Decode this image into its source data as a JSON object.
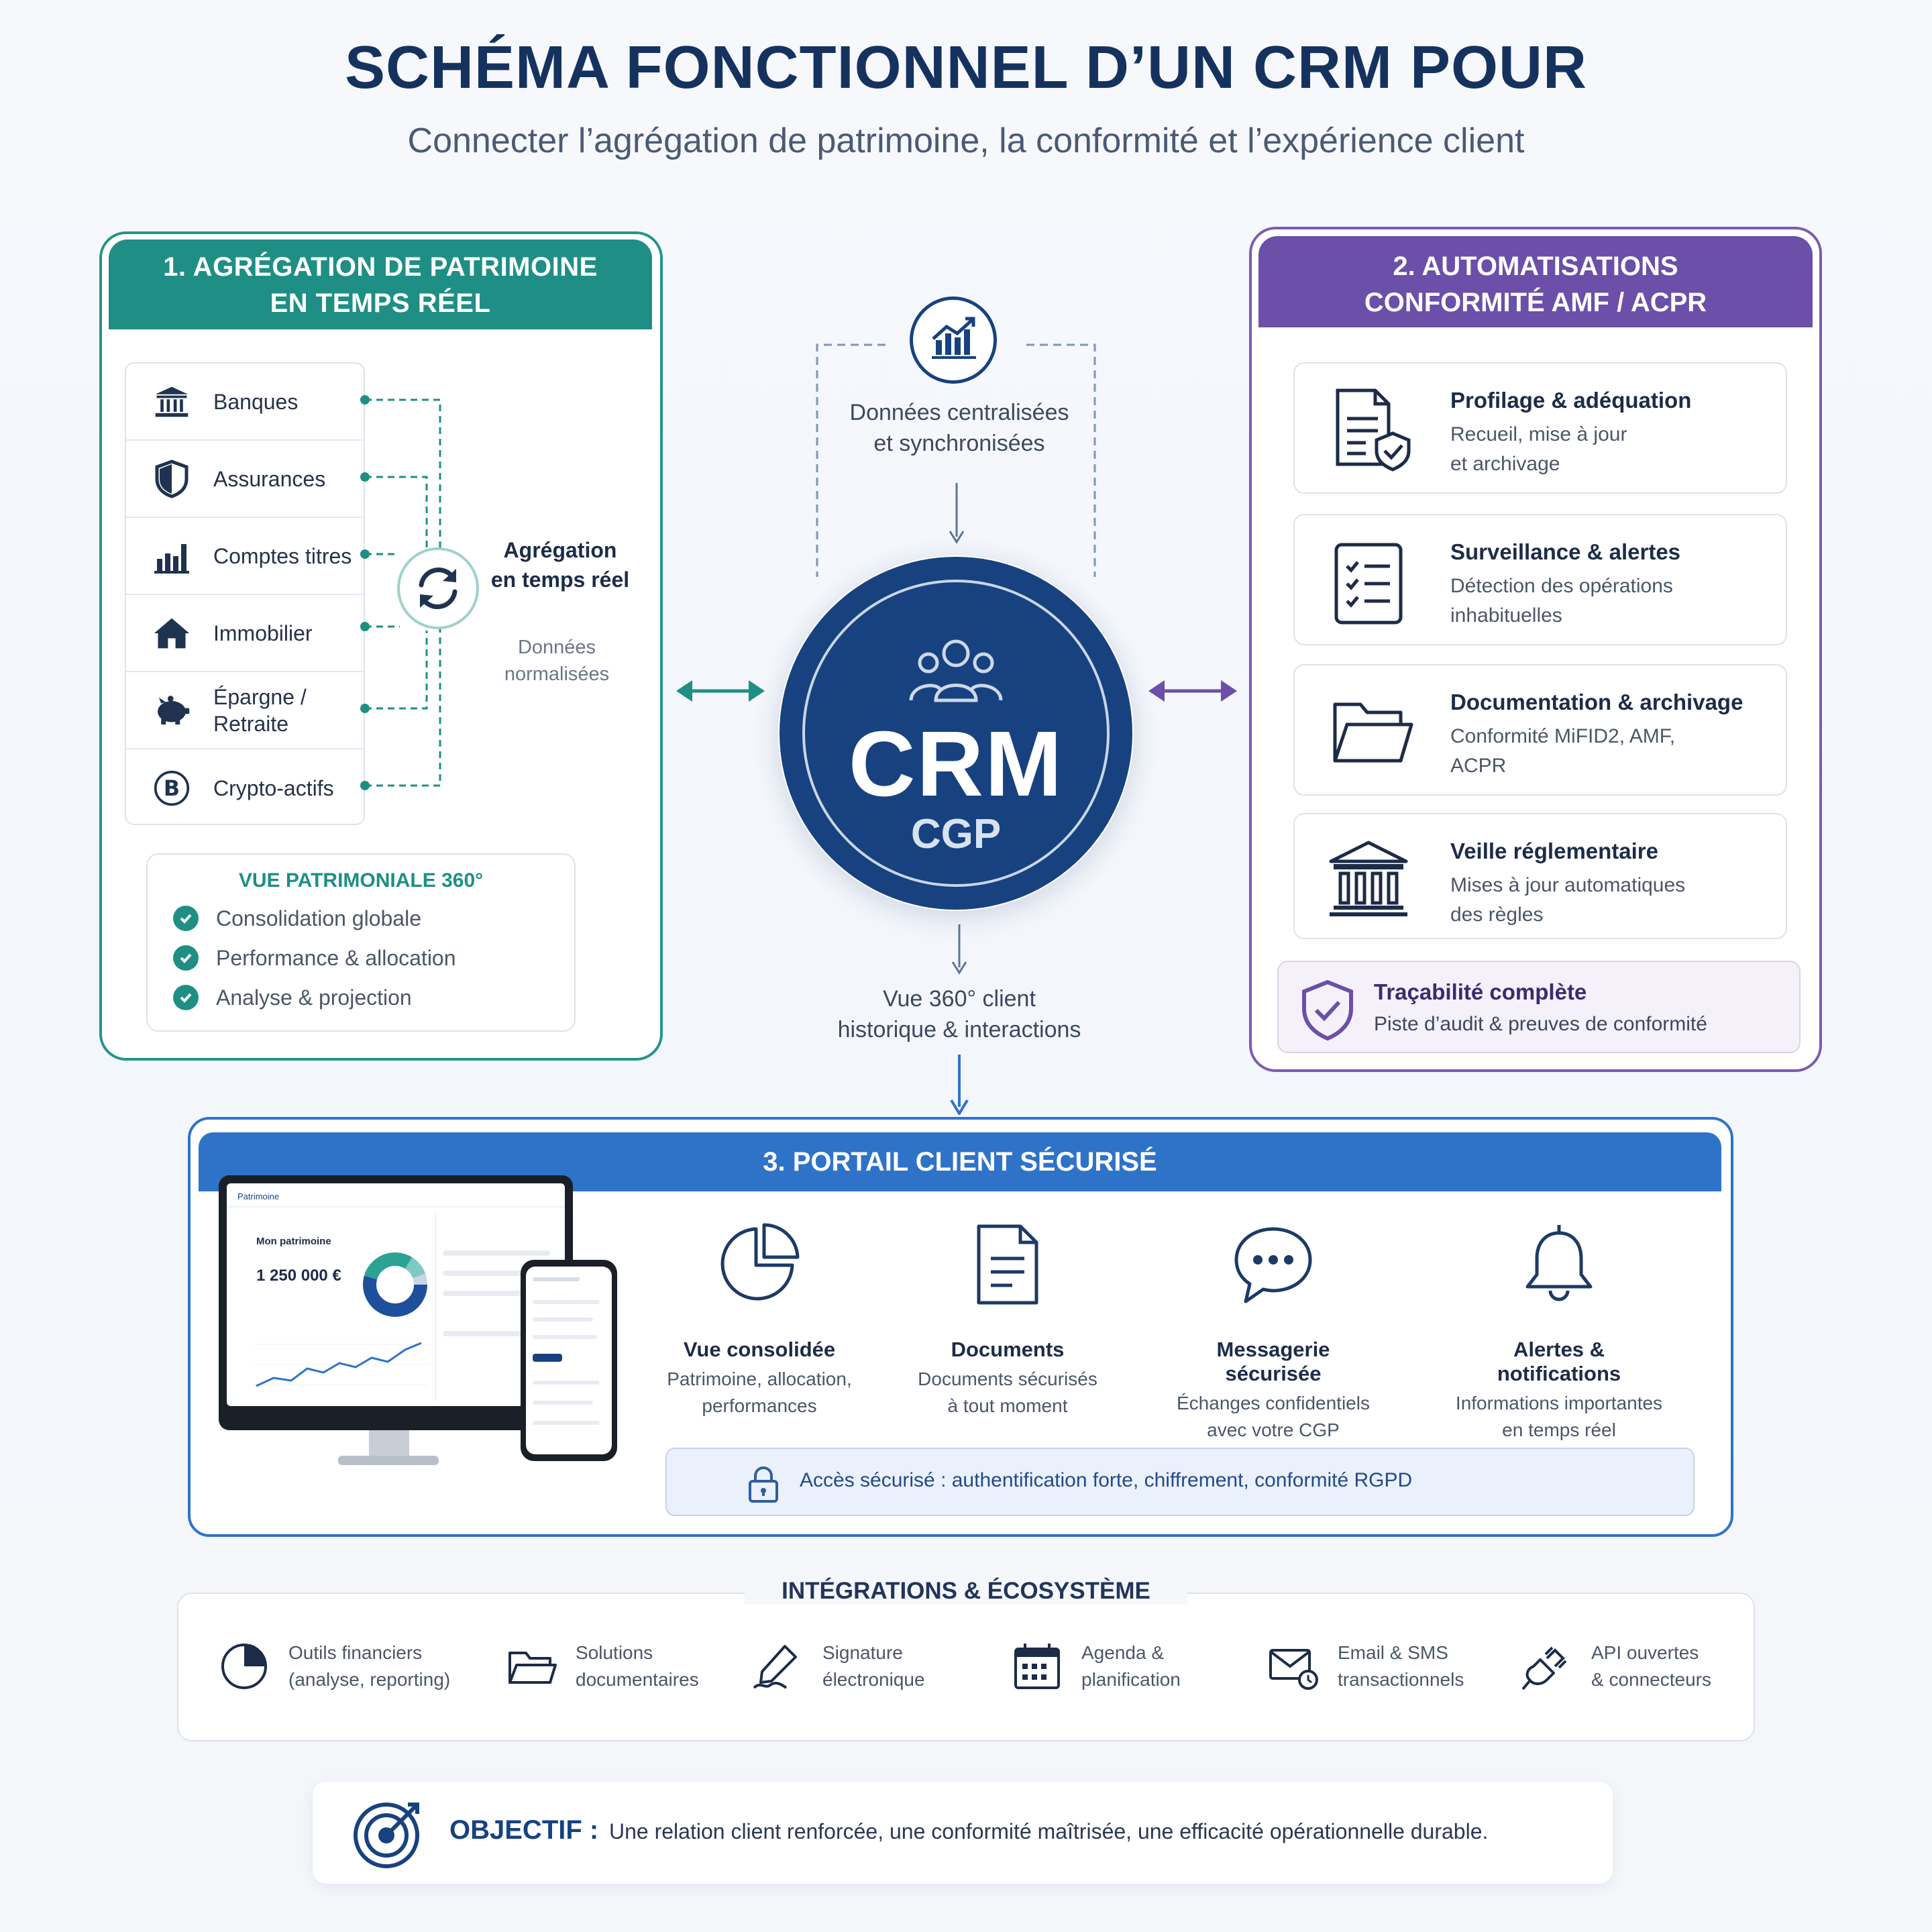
{
  "header": {
    "title": "SCHÉMA FONCTIONNEL D’UN CRM POUR",
    "subtitle": "Connecter l’agrégation de patrimoine, la conformité et l’expérience client"
  },
  "section1": {
    "title_line1": "1. AGRÉGATION DE PATRIMOINE",
    "title_line2": "EN TEMPS RÉEL",
    "sources": [
      {
        "label": "Banques",
        "icon": "bank-icon"
      },
      {
        "label": "Assurances",
        "icon": "shield-icon"
      },
      {
        "label": "Comptes titres",
        "icon": "bar-chart-icon"
      },
      {
        "label": "Immobilier",
        "icon": "house-icon"
      },
      {
        "label": "Épargne /",
        "label2": "Retraite",
        "icon": "piggy-bank-icon"
      },
      {
        "label": "Crypto-actifs",
        "icon": "bitcoin-icon"
      }
    ],
    "aggregation_label": "Agrégation",
    "aggregation_label2": "en temps réel",
    "normalized_label": "Données",
    "normalized_label2": "normalisées",
    "view": {
      "title": "VUE PATRIMONIALE 360°",
      "items": [
        "Consolidation globale",
        "Performance & allocation",
        "Analyse & projection"
      ]
    }
  },
  "center": {
    "data_label": "Données centralisées",
    "data_label2": "et synchronisées",
    "crm_title": "CRM",
    "crm_subtitle": "CGP",
    "client_view": "Vue 360° client",
    "client_view2": "historique & interactions"
  },
  "section2": {
    "title_line1": "2. AUTOMATISATIONS",
    "title_line2": "CONFORMITÉ AMF / ACPR",
    "cards": [
      {
        "title": "Profilage & adéquation",
        "desc1": "Recueil, mise à jour",
        "desc2": "et archivage",
        "icon": "document-shield-icon"
      },
      {
        "title": "Surveillance & alertes",
        "desc1": "Détection des opérations",
        "desc2": "inhabituelles",
        "icon": "checklist-icon"
      },
      {
        "title": "Documentation & archivage",
        "desc1": "Conformité MiFID2, AMF,",
        "desc2": "ACPR",
        "icon": "folder-icon"
      },
      {
        "title": "Veille réglementaire",
        "desc1": "Mises à jour automatiques",
        "desc2": "des règles",
        "icon": "institution-icon"
      }
    ],
    "trace": {
      "title": "Traçabilité complète",
      "desc": "Piste d’audit & preuves de conformité"
    }
  },
  "section3": {
    "title": "3. PORTAIL CLIENT SÉCURISÉ",
    "mockup": {
      "brand": "Patrimoine",
      "heading": "Mon patrimoine",
      "amount": "1 250 000 €"
    },
    "features": [
      {
        "title": "Vue consolidée",
        "desc1": "Patrimoine, allocation,",
        "desc2": "performances",
        "icon": "pie-chart-icon"
      },
      {
        "title": "Documents",
        "desc1": "Documents sécurisés",
        "desc2": "à tout moment",
        "icon": "document-icon"
      },
      {
        "title": "Messagerie sécurisée",
        "desc1": "Échanges confidentiels",
        "desc2": "avec votre CGP",
        "icon": "chat-icon"
      },
      {
        "title": "Alertes & notifications",
        "desc1": "Informations importantes",
        "desc2": "en temps réel",
        "icon": "bell-icon"
      }
    ],
    "secure_access": "Accès sécurisé : authentification forte, chiffrement, conformité RGPD"
  },
  "integrations": {
    "title": "INTÉGRATIONS & ÉCOSYSTÈME",
    "items": [
      {
        "l1": "Outils financiers",
        "l2": "(analyse, reporting)",
        "icon": "pie-icon"
      },
      {
        "l1": "Solutions",
        "l2": "documentaires",
        "icon": "folder-icon"
      },
      {
        "l1": "Signature",
        "l2": "électronique",
        "icon": "signature-icon"
      },
      {
        "l1": "Agenda &",
        "l2": "planification",
        "icon": "calendar-icon"
      },
      {
        "l1": "Email & SMS",
        "l2": "transactionnels",
        "icon": "email-icon"
      },
      {
        "l1": "API ouvertes",
        "l2": "& connecteurs",
        "icon": "plug-icon"
      }
    ]
  },
  "goal": {
    "label": "OBJECTIF :",
    "text": "Une relation client renforcée, une conformité maîtrisée, une efficacité opérationnelle durable."
  },
  "colors": {
    "teal": "#1f8f85",
    "purple": "#6b4fa8",
    "blue": "#2f73c8",
    "navy": "#17427f"
  }
}
